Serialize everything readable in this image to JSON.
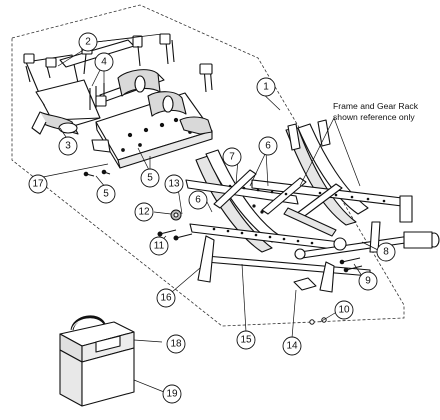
{
  "callouts": [
    "1",
    "2",
    "3",
    "4",
    "5",
    "5",
    "6",
    "6",
    "7",
    "8",
    "9",
    "10",
    "11",
    "12",
    "13",
    "14",
    "15",
    "16",
    "17",
    "18",
    "19"
  ],
  "note": {
    "line1": "Frame and Gear Rack",
    "line2": "shown reference only"
  }
}
